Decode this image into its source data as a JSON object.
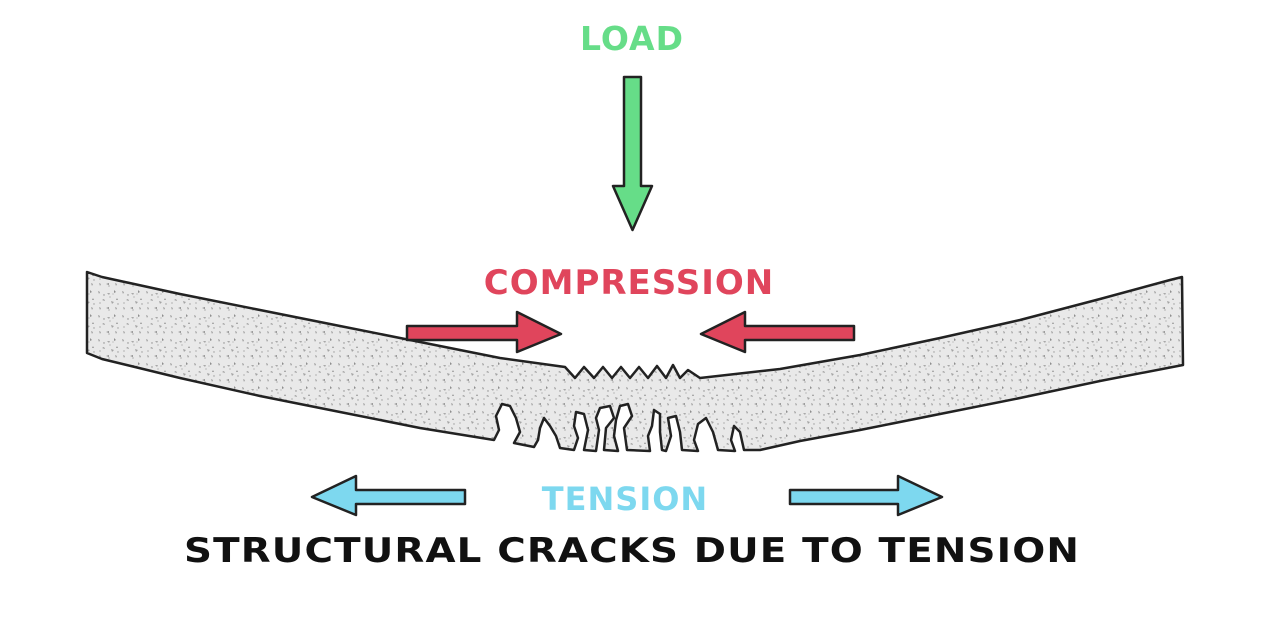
{
  "labels": {
    "load": "LOAD",
    "compression": "COMPRESSION",
    "tension": "TENSION",
    "caption": "STRUCTURAL CRACKS DUE TO TENSION"
  },
  "colors": {
    "load": "#66dd88",
    "compression": "#e0455c",
    "tension": "#7dd8ef",
    "caption": "#111111",
    "beam_fill": "#e9e9e9",
    "beam_speckle": "#9a9a9a",
    "outline": "#222222"
  }
}
